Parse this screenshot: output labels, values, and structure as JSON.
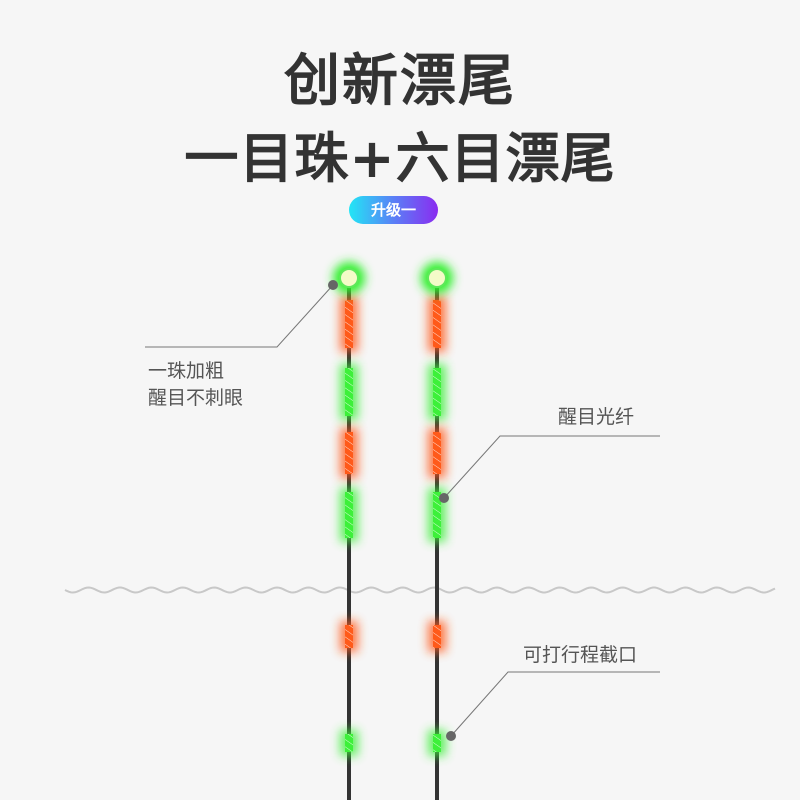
{
  "title": "创新漂尾",
  "subtitle": "一目珠+六目漂尾",
  "badge": "升级一",
  "callouts": {
    "bead_line1": "一珠加粗",
    "bead_line2": "醒目不刺眼",
    "fiber": "醒目光纤",
    "cut": "可打行程截口"
  },
  "colors": {
    "orange": "#ff5a1a",
    "green": "#3df03a",
    "rod": "#333333"
  }
}
